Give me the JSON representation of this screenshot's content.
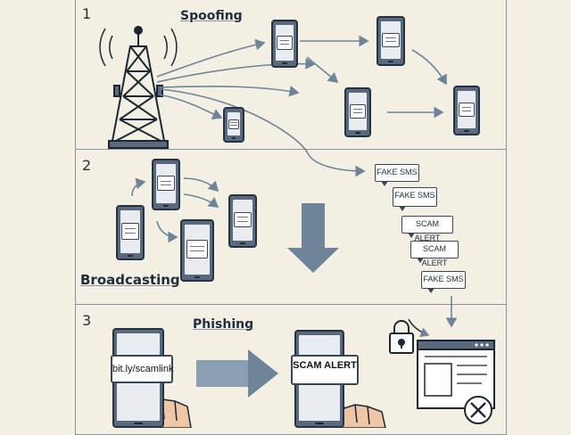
{
  "panels": [
    {
      "number": "1",
      "title": "Spoofing"
    },
    {
      "number": "2",
      "title": "Broadcasting"
    },
    {
      "number": "3",
      "title": "Phishing"
    }
  ],
  "messages": [
    "FAKE SMS",
    "FAKE SMS",
    "SCAM ALERT",
    "SCAM ALERT",
    "FAKE SMS"
  ],
  "phishing": {
    "link_text": "bit.ly/scamlink",
    "alert_text": "SCAM ALERT"
  },
  "colors": {
    "background": "#f3f0e3",
    "phone_body": "#5a6a7c",
    "arrow": "#6d8499",
    "ink": "#1f2d3d"
  },
  "icons": [
    "cell-tower-icon",
    "smartphone-icon",
    "message-bubble-icon",
    "padlock-icon",
    "browser-window-icon",
    "close-circle-icon",
    "hand-pointer-icon"
  ]
}
